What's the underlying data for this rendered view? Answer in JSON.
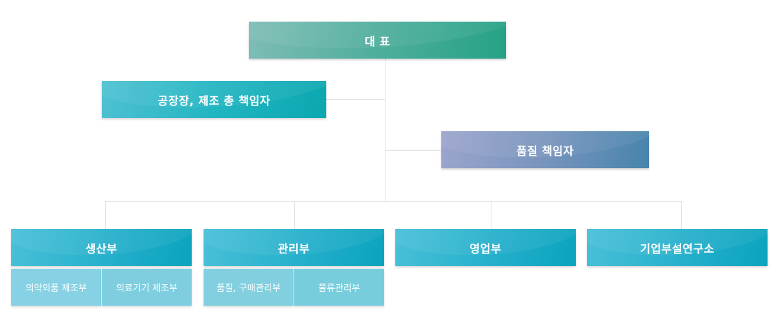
{
  "org_chart": {
    "ceo": "대 표",
    "factory_manager": "공장장, 제조 총 책임자",
    "quality_manager": "품질 책임자",
    "departments": [
      {
        "label": "생산부",
        "subunits": [
          "의약외품 제조부",
          "의료기기 제조부"
        ]
      },
      {
        "label": "관리부",
        "subunits": [
          "품질, 구매관리부",
          "물류관리부"
        ]
      },
      {
        "label": "영업부",
        "subunits": []
      },
      {
        "label": "기업부설연구소",
        "subunits": []
      }
    ]
  },
  "colors": {
    "ceo": "#2aa387",
    "factory_manager": "#12adb6",
    "quality_manager": "#5a8bb3",
    "department": "#1aa9c4",
    "subunit": "#82cfe0",
    "connector": "#e2e2e2"
  }
}
